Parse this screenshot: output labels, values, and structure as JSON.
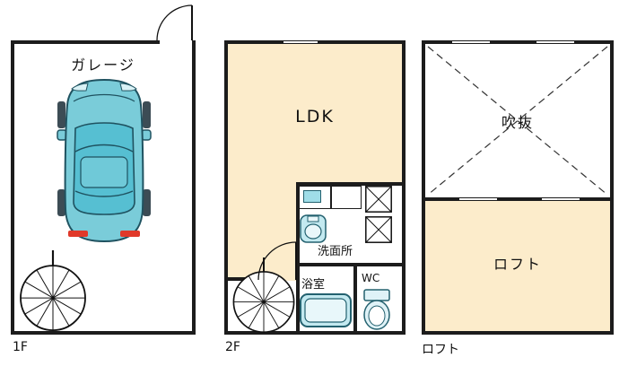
{
  "plan": {
    "background": "#ffffff",
    "wall_color": "#1c1c1c",
    "room_fill": "#fceccb",
    "water_fixture_fill": "#c3e9f0",
    "fixture_line_color": "#23616f",
    "car_body_color": "#7accd9",
    "car_cabin_color": "#56bfd2",
    "taillight_color": "#e0392a"
  },
  "floors": [
    {
      "label": "1F",
      "rooms": [
        {
          "name": "garage",
          "label": "ガレージ"
        }
      ]
    },
    {
      "label": "2F",
      "rooms": [
        {
          "name": "ldk",
          "label": "LDK"
        },
        {
          "name": "washroom",
          "label": "洗面所"
        },
        {
          "name": "bathroom",
          "label": "浴室"
        },
        {
          "name": "toilet",
          "label": "WC"
        }
      ]
    },
    {
      "label": "ロフト",
      "rooms": [
        {
          "name": "void",
          "label": "吹抜"
        },
        {
          "name": "loft",
          "label": "ロフト"
        }
      ]
    }
  ]
}
